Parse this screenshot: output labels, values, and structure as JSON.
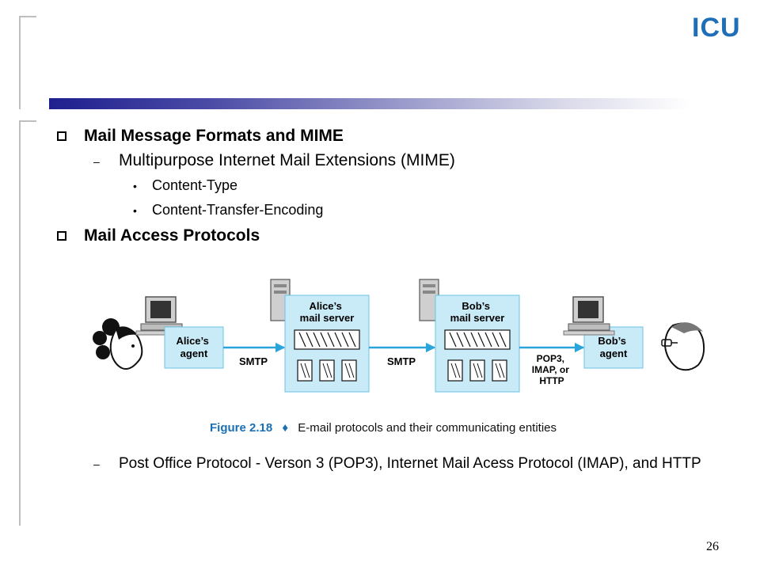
{
  "logo": "ICU",
  "bullets": {
    "b1": "Mail Message Formats and MIME",
    "b1_1": "Multipurpose Internet Mail Extensions (MIME)",
    "b1_1_1": "Content-Type",
    "b1_1_2": "Content-Transfer-Encoding",
    "b2": "Mail Access Protocols",
    "b2_1": "Post Office Protocol  - Verson 3 (POP3), Internet Mail Acess Protocol (IMAP), and HTTP"
  },
  "figure": {
    "alice_agent": [
      "Alice’s",
      "agent"
    ],
    "alice_server": [
      "Alice’s",
      "mail server"
    ],
    "bob_server": [
      "Bob’s",
      "mail server"
    ],
    "bob_agent": [
      "Bob’s",
      "agent"
    ],
    "smtp1": "SMTP",
    "smtp2": "SMTP",
    "access": [
      "POP3,",
      "IMAP, or",
      "HTTP"
    ],
    "caption_label": "Figure 2.18",
    "caption_sep": "♦",
    "caption_text": "E-mail protocols and their communicating entities",
    "box_color": "#c9ebf7",
    "arrow_color": "#2aa5dc",
    "caption_color": "#1a6fb5"
  },
  "page_number": "26"
}
